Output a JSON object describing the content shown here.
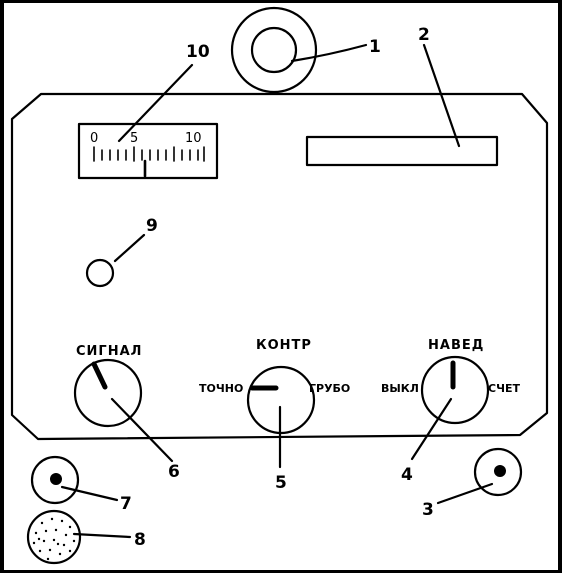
{
  "panel": {
    "controls": {
      "signal_label": "СИГНАЛ",
      "contr_label": "КОНТР",
      "contr_left": "ТОЧНО",
      "contr_right": "ГРУБО",
      "naved_label": "НАВЕД",
      "naved_left": "ВЫКЛ",
      "naved_right": "СЧЕТ"
    },
    "meter_scale": [
      "0",
      "5",
      "10"
    ]
  },
  "callouts": [
    "1",
    "2",
    "3",
    "4",
    "5",
    "6",
    "7",
    "8",
    "9",
    "10"
  ]
}
